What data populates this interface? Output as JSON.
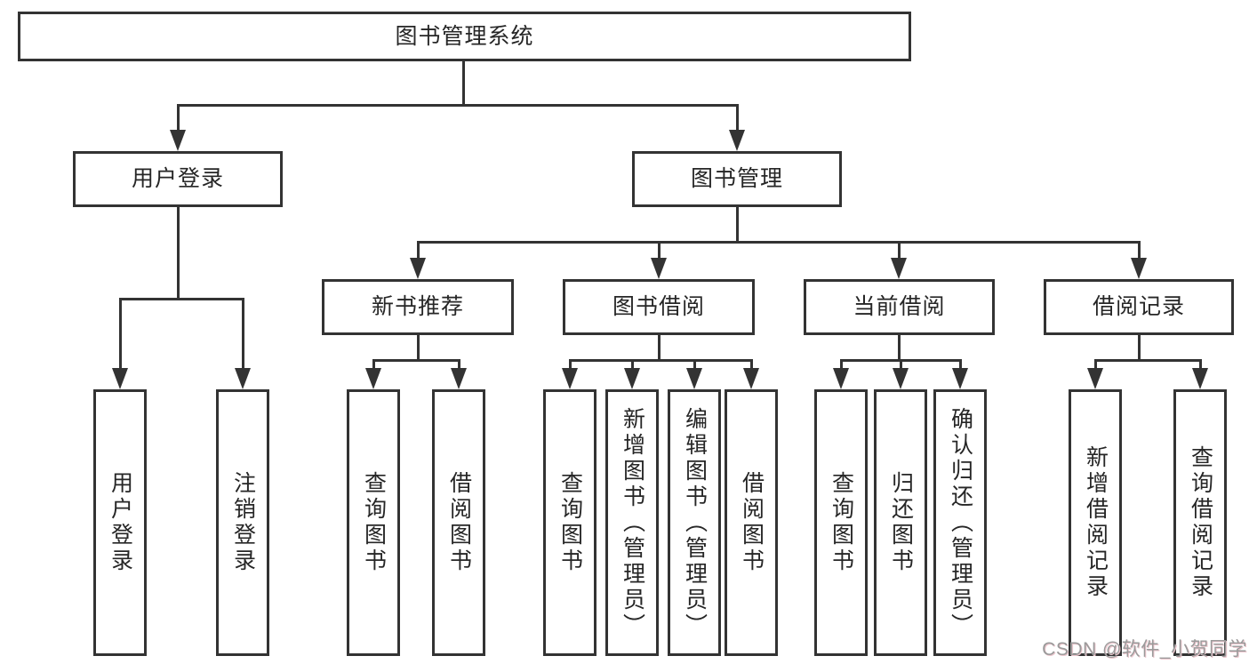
{
  "title": "图书管理系统",
  "nodes": {
    "root": "图书管理系统",
    "user_login": "用户登录",
    "book_mgmt": "图书管理",
    "new_book_rec": "新书推荐",
    "book_borrow": "图书借阅",
    "current_borrow": "当前借阅",
    "borrow_record": "借阅记录",
    "leaf_user_login": "用户登录",
    "leaf_logout": "注销登录",
    "rec_query": "查询图书",
    "rec_borrow": "借阅图书",
    "bb_query": "查询图书",
    "bb_add": "新增图书（管理员）",
    "bb_edit": "编辑图书（管理员）",
    "bb_borrow": "借阅图书",
    "cb_query": "查询图书",
    "cb_return": "归还图书",
    "cb_confirm": "确认归还（管理员）",
    "br_add": "新增借阅记录",
    "br_query": "查询借阅记录"
  },
  "hierarchy": {
    "图书管理系统": {
      "用户登录": [
        "用户登录",
        "注销登录"
      ],
      "图书管理": {
        "新书推荐": [
          "查询图书",
          "借阅图书"
        ],
        "图书借阅": [
          "查询图书",
          "新增图书（管理员）",
          "编辑图书（管理员）",
          "借阅图书"
        ],
        "当前借阅": [
          "查询图书",
          "归还图书",
          "确认归还（管理员）"
        ],
        "借阅记录": [
          "新增借阅记录",
          "查询借阅记录"
        ]
      }
    }
  },
  "watermark": "CSDN @软件_小贺同学",
  "colors": {
    "line": "#333333",
    "text": "#262626",
    "background": "#ffffff",
    "watermark": "#9a9a9a"
  }
}
